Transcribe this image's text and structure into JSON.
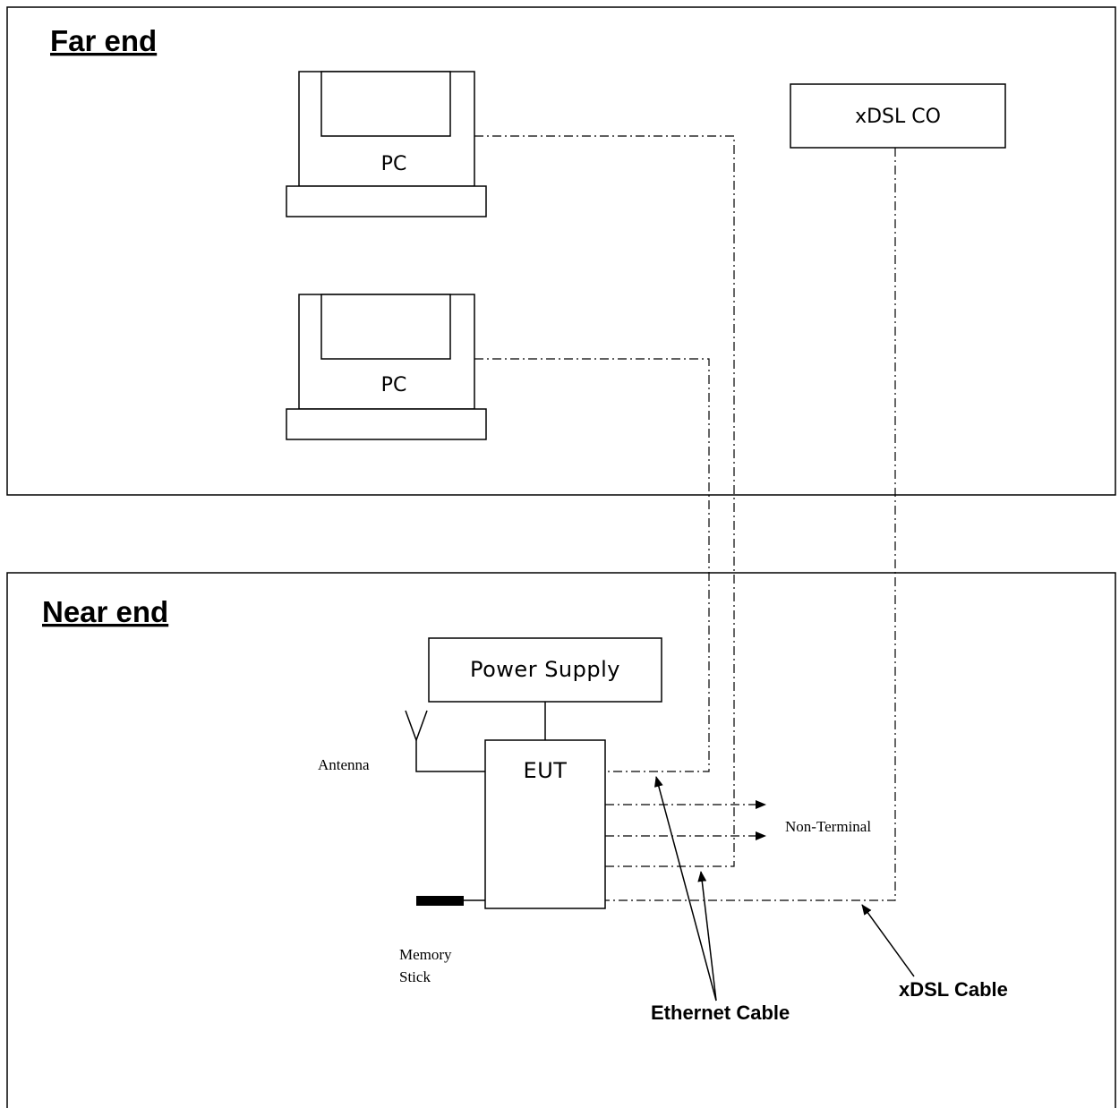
{
  "far_end": {
    "title": "Far end",
    "pc1_label": "PC",
    "pc2_label": "PC",
    "xdsl_co_label": "xDSL CO"
  },
  "near_end": {
    "title": "Near end",
    "power_supply_label": "Power Supply",
    "eut_label": "EUT",
    "antenna_label": "Antenna",
    "memory_stick_label_line1": "Memory",
    "memory_stick_label_line2": "Stick",
    "non_terminal_label": "Non-Terminal",
    "ethernet_cable_label": "Ethernet Cable",
    "xdsl_cable_label": "xDSL Cable"
  }
}
